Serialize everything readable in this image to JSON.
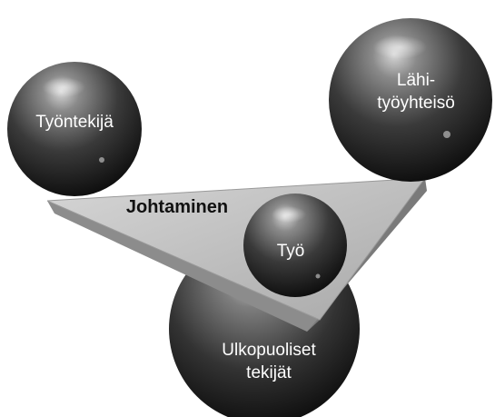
{
  "spheres": {
    "employee": "Työntekijä",
    "community_line1": "Lähi-",
    "community_line2": "työyhteisö",
    "work": "Työ",
    "external_line1": "Ulkopuoliset",
    "external_line2": "tekijät"
  },
  "plate": {
    "label": "Johtaminen"
  },
  "colors": {
    "sphere_dark": "#1a1a1a",
    "sphere_mid": "#5a5a5a",
    "sphere_highlight": "#e8e8e8",
    "plate_top": "#c4c4c4",
    "plate_edge": "#8c8c8c",
    "label_text": "#ffffff",
    "plate_text": "#111111"
  }
}
